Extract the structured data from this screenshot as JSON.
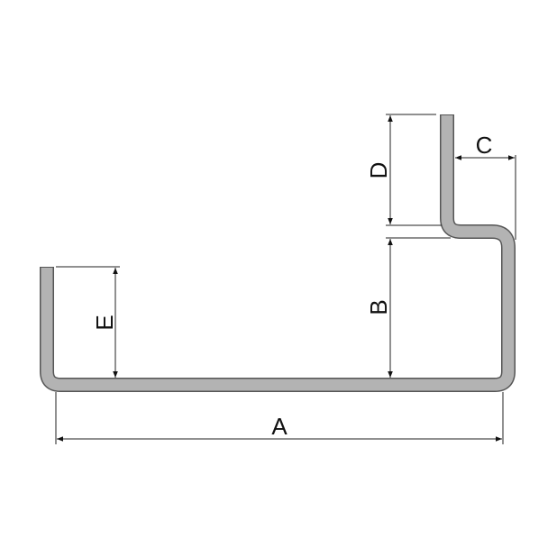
{
  "labels": {
    "a": "A",
    "b": "B",
    "c": "C",
    "d": "D",
    "e": "E"
  },
  "colors": {
    "profile_fill": "#b3b3b3",
    "profile_outline": "#555555",
    "dimension_line": "#222222"
  }
}
